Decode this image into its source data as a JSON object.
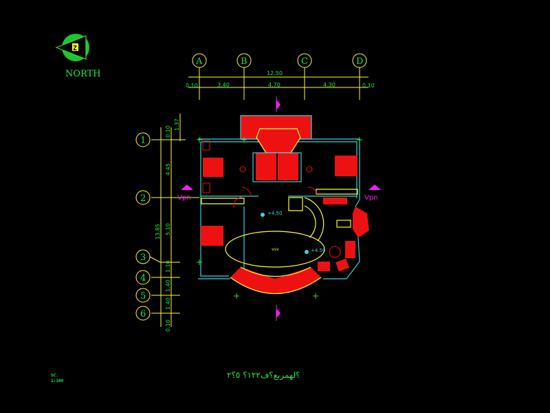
{
  "north": {
    "symbol": "Z",
    "label": "NORTH"
  },
  "grid_columns": [
    "A",
    "B",
    "C",
    "D"
  ],
  "grid_rows": [
    "1",
    "2",
    "3",
    "4",
    "5",
    "6"
  ],
  "horizontal_dims": {
    "total": "12.50",
    "segments": [
      "0.10",
      "3.40",
      "4.70",
      "4.30",
      "0.10"
    ]
  },
  "vertical_dims": {
    "total": "13.85",
    "segments": [
      "0.10",
      "4.45",
      "5.10",
      "1.10",
      "1.40",
      "1.40",
      "0.10"
    ],
    "side": "1.37"
  },
  "section_marks": {
    "left": "Vpn",
    "right": "Vpn"
  },
  "levels": [
    "+4.50",
    "+4.50"
  ],
  "table_label": "vsv",
  "caption": "؟لهمربع؟ف١٢٢؟ ٥؟٢",
  "scale": {
    "label": "SC.",
    "value": "1:100"
  },
  "colors": {
    "background": "#000000",
    "walls": "#33d6e0",
    "axes": "#ffff33",
    "hatch": "#ee1111",
    "text": "#22e83a",
    "marks": "#ee22ee"
  }
}
